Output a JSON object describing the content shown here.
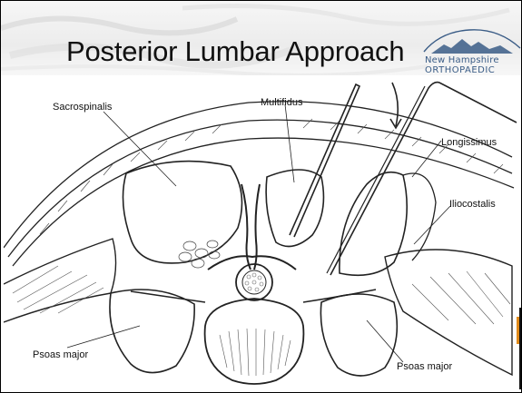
{
  "slide": {
    "title": "Posterior Lumbar Approach",
    "logo_line1": "New Hampshire",
    "logo_line2": "ORTHOPAEDIC"
  },
  "figure": {
    "labels": {
      "sacrospinalis": "Sacrospinalis",
      "multifidus": "Multifidus",
      "longissimus": "Longissimus",
      "iliocostalis": "Iliocostalis",
      "psoas_left": "Psoas major",
      "psoas_right": "Psoas major"
    }
  },
  "colors": {
    "logo_blue": "#3a5c86",
    "edge_accent": "#e08a1a"
  }
}
